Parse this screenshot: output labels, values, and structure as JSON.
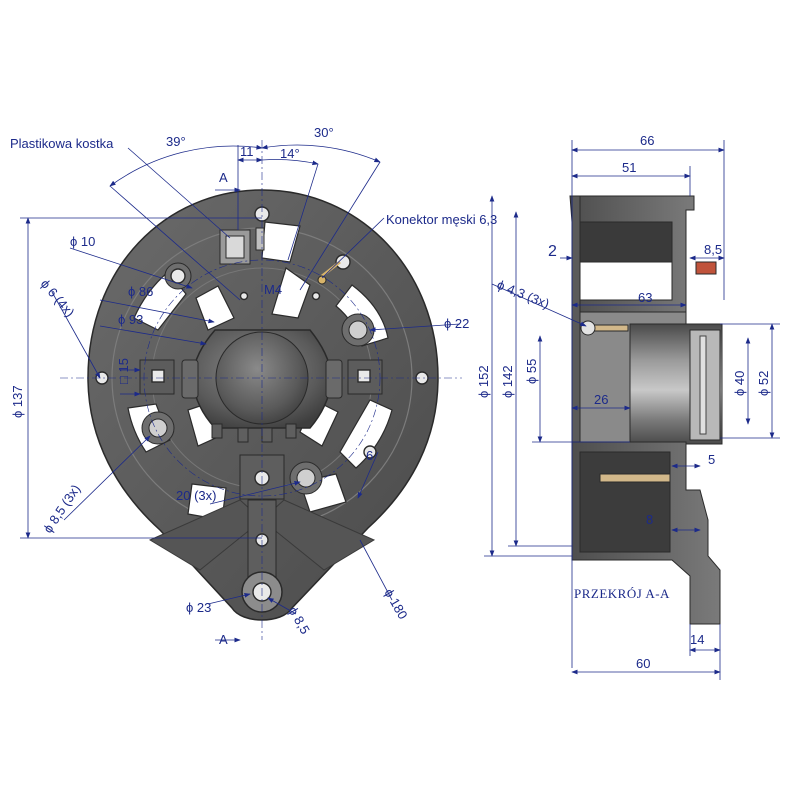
{
  "front_view": {
    "callouts": {
      "plastic_block": "Plastikowa kostka",
      "male_connector": "Konektor męski 6,3",
      "thread": "M4"
    },
    "section_marker": "A",
    "angles": {
      "a39": "39°",
      "a30": "30°",
      "a14": "14°"
    },
    "dims": {
      "d11": "11",
      "d10": "ϕ 10",
      "d86": "ϕ 86",
      "d93": "ϕ 93",
      "d6x4": "ϕ 6 (4x)",
      "d137": "ϕ 137",
      "sq15": "□ 15",
      "d85x3": "ϕ 8,5 (3x)",
      "d22": "ϕ 22",
      "d6": "6",
      "d20x3": "20 (3x)",
      "d23": "ϕ 23",
      "d85": "ϕ 8,5",
      "d180": "ϕ 180"
    }
  },
  "section_view": {
    "title": "PRZEKRÓJ A-A",
    "dims": {
      "d66": "66",
      "d51": "51",
      "d2": "2",
      "d85": "8,5",
      "d43x3": "ϕ 4,3 (3x)",
      "d63": "63",
      "d152": "ϕ 152",
      "d142": "ϕ 142",
      "d55": "ϕ 55",
      "d26": "26",
      "d40": "ϕ 40",
      "d52": "ϕ 52",
      "d5": "5",
      "d8": "8",
      "d14": "14",
      "d60": "60"
    }
  },
  "colors": {
    "dimension": "#1c2a8a",
    "housing": "#5a5a5a",
    "housing_dark": "#3a3a3a",
    "hole": "#e9e9e9"
  }
}
